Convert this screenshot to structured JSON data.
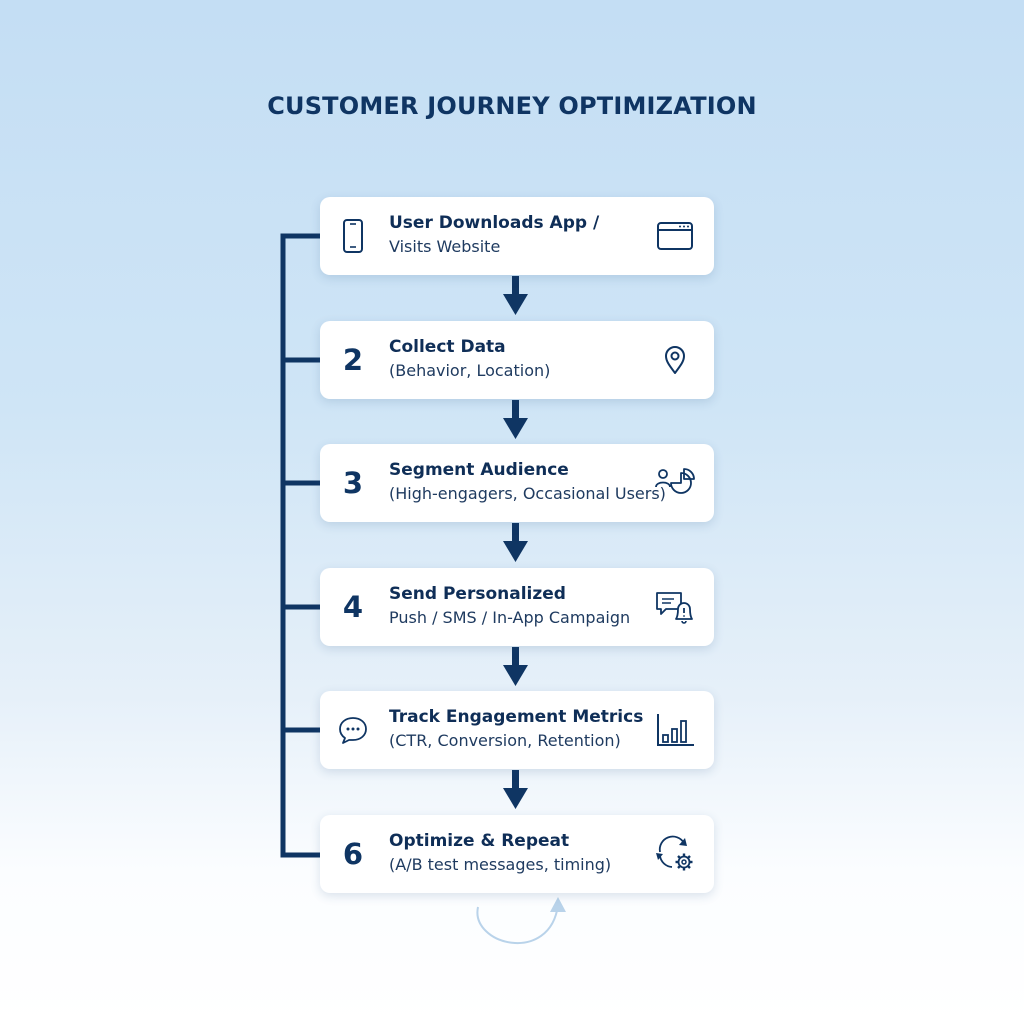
{
  "title": "CUSTOMER JOURNEY OPTIMIZATION",
  "steps": [
    {
      "number": "",
      "line1": "User Downloads App /",
      "line2": "Visits Website",
      "lead_icon": "smartphone-icon",
      "trail_icon": "browser-window-icon"
    },
    {
      "number": "2",
      "line1": "Collect Data",
      "line2": "(Behavior, Location)",
      "trail_icon": "location-pin-icon"
    },
    {
      "number": "3",
      "line1": "Segment Audience",
      "line2": "(High-engagers, Occasional Users)",
      "trail_icon": "audience-pie-icon"
    },
    {
      "number": "4",
      "line1": "Send Personalized",
      "line2": "Push / SMS / In-App Campaign",
      "trail_icon": "message-alert-icon"
    },
    {
      "number": "",
      "line1": "Track Engagement Metrics",
      "line2": "(CTR, Conversion, Retention)",
      "lead_icon": "chat-bubble-icon",
      "trail_icon": "bar-chart-icon"
    },
    {
      "number": "6",
      "line1": "Optimize & Repeat",
      "line2": "(A/B test messages, timing)",
      "trail_icon": "refresh-gear-icon"
    }
  ],
  "colors": {
    "navy": "#0f3563",
    "card": "#ffffff",
    "loop_arrow": "#b9d3ea"
  }
}
